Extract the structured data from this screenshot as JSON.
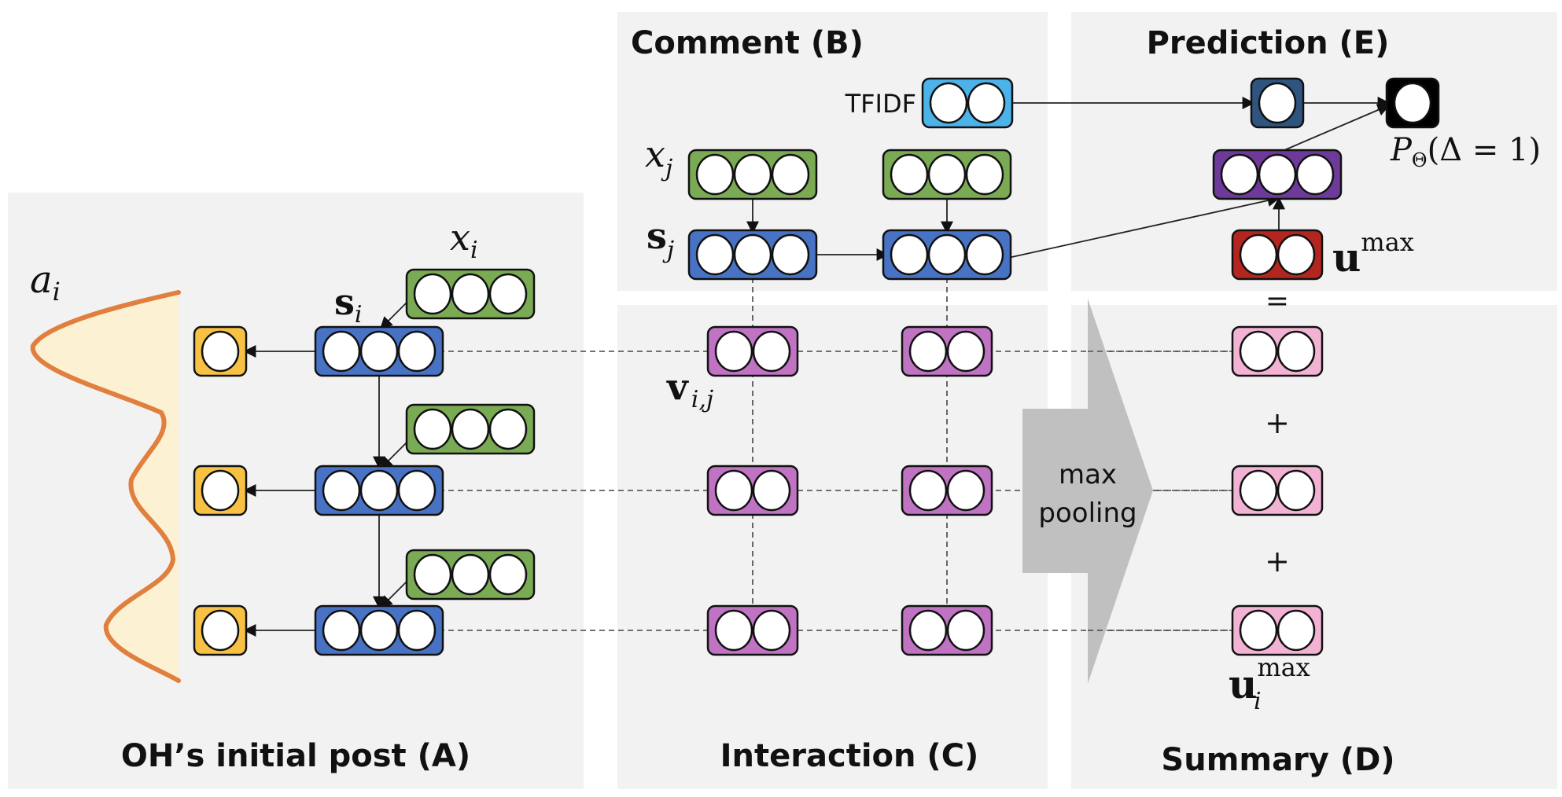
{
  "figure": {
    "panels": {
      "A": {
        "title": "OH’s initial post (A)"
      },
      "B": {
        "title": "Comment (B)"
      },
      "C": {
        "title": "Interaction (C)"
      },
      "D": {
        "title": "Summary (D)"
      },
      "E": {
        "title": "Prediction (E)"
      }
    },
    "labels": {
      "attention": {
        "base": "a",
        "sub": "i"
      },
      "post_input": {
        "base": "x",
        "sub": "i"
      },
      "post_state": {
        "base": "s",
        "sub": "i"
      },
      "comment_input": {
        "base": "x",
        "sub": "j"
      },
      "comment_state": {
        "base": "s",
        "sub": "j"
      },
      "interaction": {
        "base": "v",
        "sub": "i,j"
      },
      "tfidf": "TFIDF",
      "pooling": [
        "max",
        "pooling"
      ],
      "summary_vec": {
        "base": "u",
        "sup": "max",
        "sub": "i"
      },
      "final_vec": {
        "base": "u",
        "sup": "max"
      },
      "output": {
        "base": "P",
        "sub": "Θ",
        "rest": "(Δ = 1)"
      },
      "equals": "=",
      "plus": "+"
    },
    "colors": {
      "post_input_green": "#7aab54",
      "state_blue": "#4872c4",
      "attention_yellow": "#f7c244",
      "interaction_purple": "#bf73c2",
      "summary_pink": "#f2b2d4",
      "tfidf_cyan": "#4cb3ea",
      "tfidf_dense_navy": "#2f5480",
      "hidden_purple": "#6d3a9a",
      "umax_red": "#b32620",
      "output_black": "#000000",
      "attention_curve": "#e07f3e",
      "attention_fill": "#fcf1d2",
      "pool_arrow_gray": "#c0c0c0"
    },
    "layers": {
      "post_rows": 3,
      "comment_columns": 2,
      "post_input_units": 3,
      "state_units": 3,
      "attention_units": 1,
      "interaction_units": 2,
      "summary_units": 2,
      "tfidf_units": 2,
      "tfidf_dense_units": 1,
      "hidden_units": 3,
      "umax_units": 2,
      "output_units": 1
    }
  }
}
